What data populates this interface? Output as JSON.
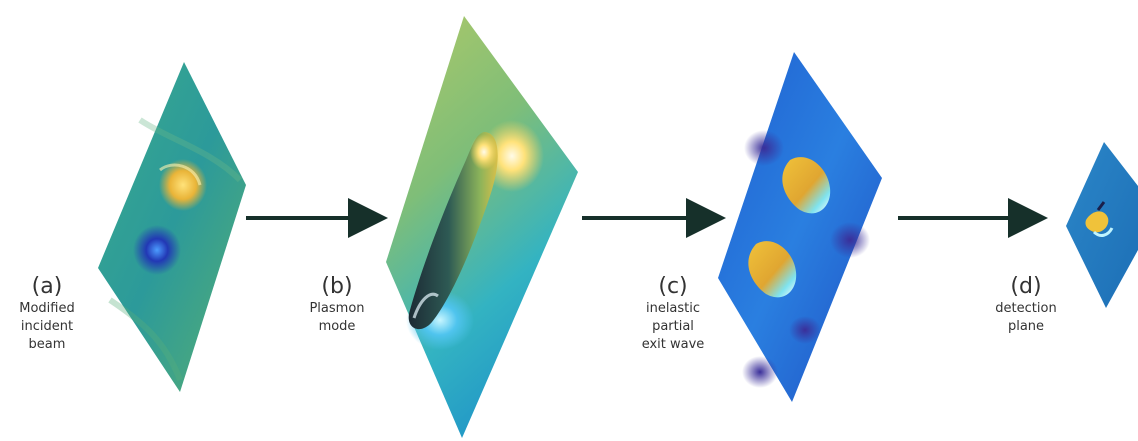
{
  "panels": [
    {
      "id": "a",
      "letter": "(a)",
      "lines": [
        "Modified",
        "incident",
        "beam"
      ]
    },
    {
      "id": "b",
      "letter": "(b)",
      "lines": [
        "Plasmon",
        "mode"
      ]
    },
    {
      "id": "c",
      "letter": "(c)",
      "lines": [
        "inelastic",
        "partial",
        "exit wave"
      ]
    },
    {
      "id": "d",
      "letter": "(d)",
      "lines": [
        "detection",
        "plane"
      ]
    }
  ],
  "colors": {
    "arrow": "#16302a",
    "surface_base": "#2a9e9a",
    "surface_yellow": "#f2c83a",
    "surface_blue": "#1d3fb8",
    "surface_light": "#ffe9a0",
    "surface_cyan": "#7fe6f0",
    "label_text": "#333333"
  },
  "icons": [
    "arrow-right-icon",
    "arrow-right-icon",
    "arrow-right-icon"
  ]
}
